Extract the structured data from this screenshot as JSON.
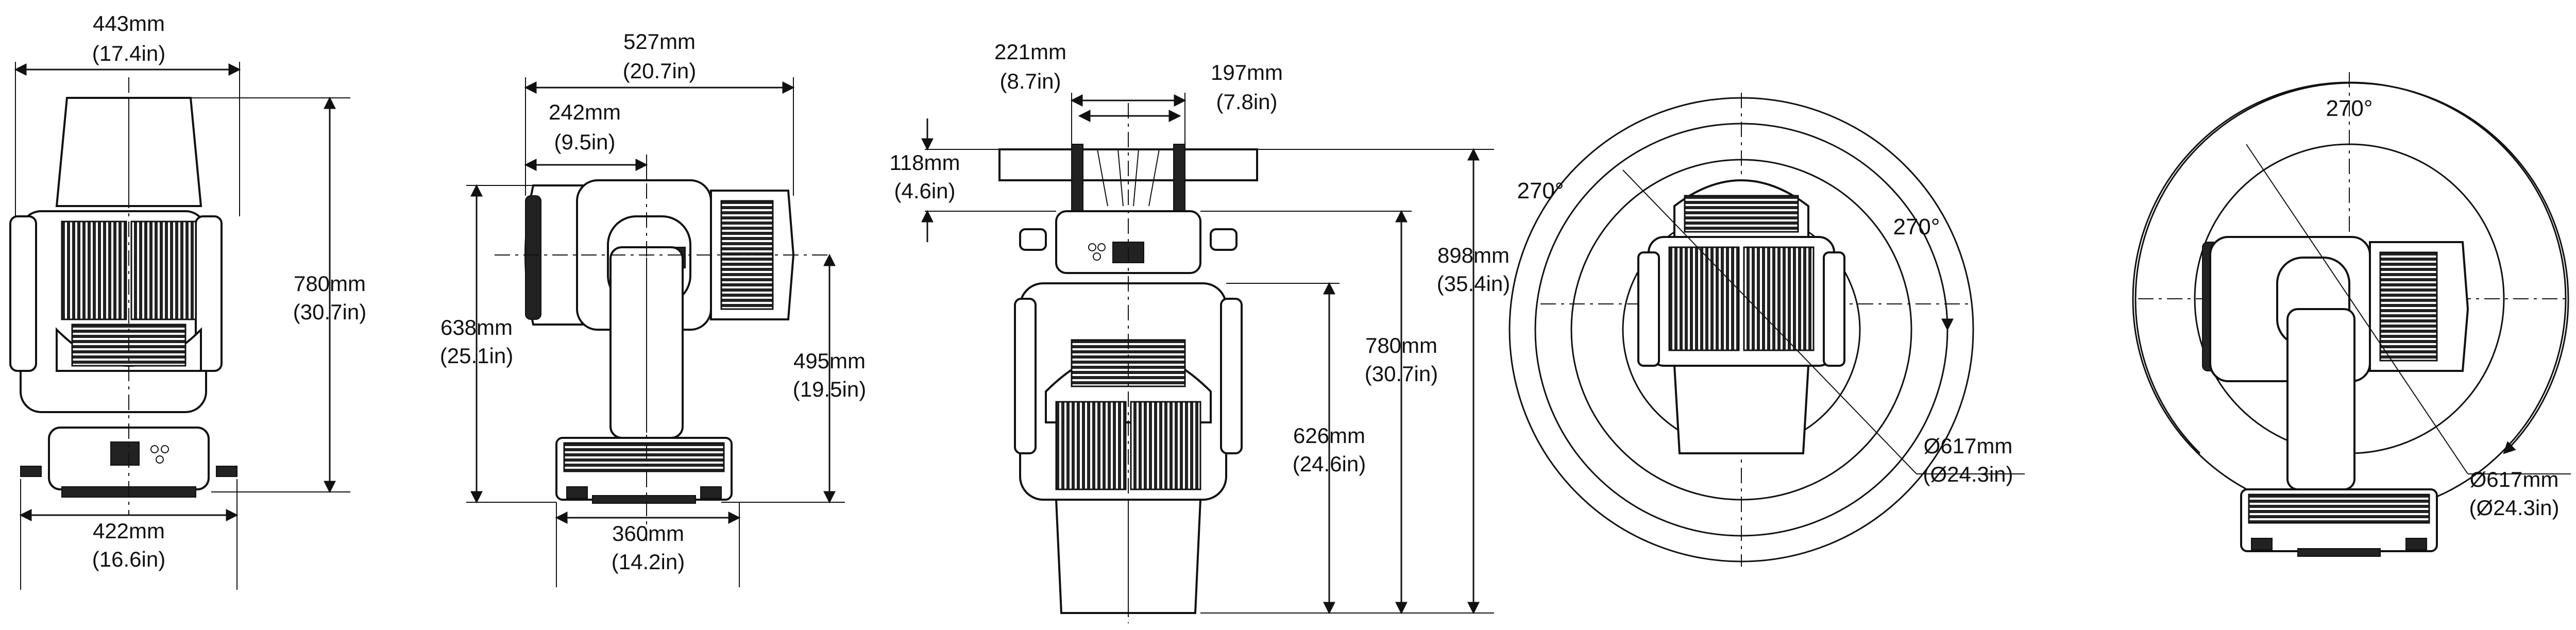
{
  "colors": {
    "line": "#111111",
    "background": "#ffffff",
    "dark_fill": "#222222"
  },
  "views": {
    "front": {
      "width_top": "443mm",
      "width_top_in": "(17.4in)",
      "height": "780mm",
      "height_in": "(30.7in)",
      "width_base": "422mm",
      "width_base_in": "(16.6in)"
    },
    "side": {
      "width_top": "527mm",
      "width_top_in": "(20.7in)",
      "head_offset": "242mm",
      "head_offset_in": "(9.5in)",
      "height_left": "638mm",
      "height_left_in": "(25.1in)",
      "height_right": "495mm",
      "height_right_in": "(19.5in)",
      "base_width": "360mm",
      "base_width_in": "(14.2in)"
    },
    "inverted": {
      "clamp_width": "221mm",
      "clamp_width_in": "(8.7in)",
      "clamp_inner": "197mm",
      "clamp_inner_in": "(7.8in)",
      "clamp_height": "118mm",
      "clamp_height_in": "(4.6in)",
      "total_height": "898mm",
      "total_height_in": "(35.4in)",
      "height": "780mm",
      "height_in": "(30.7in)",
      "lower_height": "626mm",
      "lower_height_in": "(24.6in)"
    },
    "pan_view": {
      "angle_left": "270°",
      "angle_right": "270°",
      "diameter": "Ø617mm",
      "diameter_in": "(Ø24.3in)"
    },
    "tilt_view": {
      "angle_top": "270°",
      "diameter": "Ø617mm",
      "diameter_in": "(Ø24.3in)"
    }
  }
}
